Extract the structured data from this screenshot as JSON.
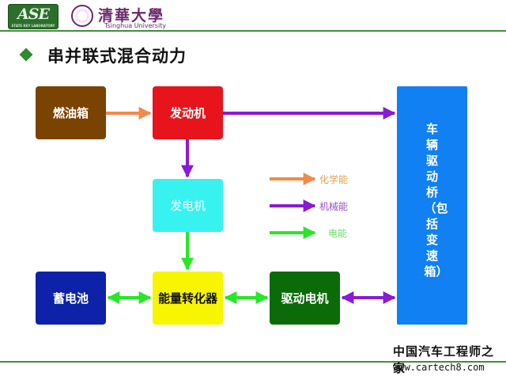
{
  "header": {
    "logo_ase_text": "ASE",
    "logo_ase_subtext": "STATE KEY LABORATORY",
    "university_name_cn": "清華大學",
    "university_name_en": "Tsinghua University"
  },
  "slide": {
    "title": "串并联式混合动力"
  },
  "diagram": {
    "nodes": {
      "fuel_tank": "燃油箱",
      "engine": "发动机",
      "generator": "发电机",
      "battery": "蓄电池",
      "power_converter": "能量转化器",
      "drive_motor": "驱动电机",
      "drive_axle": "车辆驱动桥（包括变速箱）"
    },
    "legend": {
      "chemical": "化学能",
      "mechanical": "机械能",
      "electrical": "电能"
    },
    "colors": {
      "chemical": "#f08a4b",
      "mechanical": "#8a1ad6",
      "electrical": "#26e826"
    }
  },
  "watermark": {
    "name_cn": "中国汽车工程师之家",
    "url": "www.cartech8.com"
  }
}
